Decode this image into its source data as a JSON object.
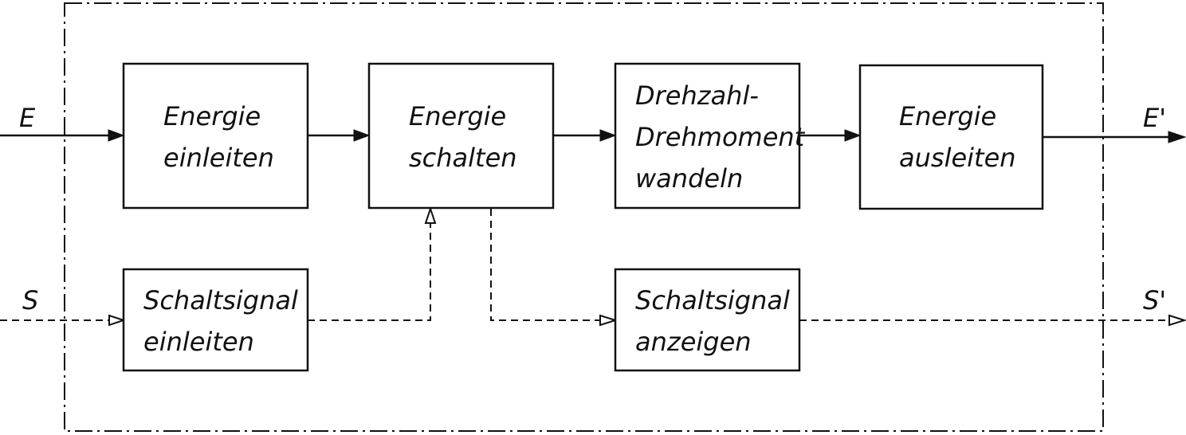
{
  "io": {
    "energy_in": "E",
    "energy_out": "E'",
    "signal_in": "S",
    "signal_out": "S'"
  },
  "blocks": {
    "energie_einleiten": [
      "Energie",
      "einleiten"
    ],
    "energie_schalten": [
      "Energie",
      "schalten"
    ],
    "drehzahl_wandeln": [
      "Drehzahl-",
      "Drehmoment",
      "wandeln"
    ],
    "energie_ausleiten": [
      "Energie",
      "ausleiten"
    ],
    "schaltsignal_einleiten": [
      "Schaltsignal",
      "einleiten"
    ],
    "schaltsignal_anzeigen": [
      "Schaltsignal",
      "anzeigen"
    ]
  }
}
